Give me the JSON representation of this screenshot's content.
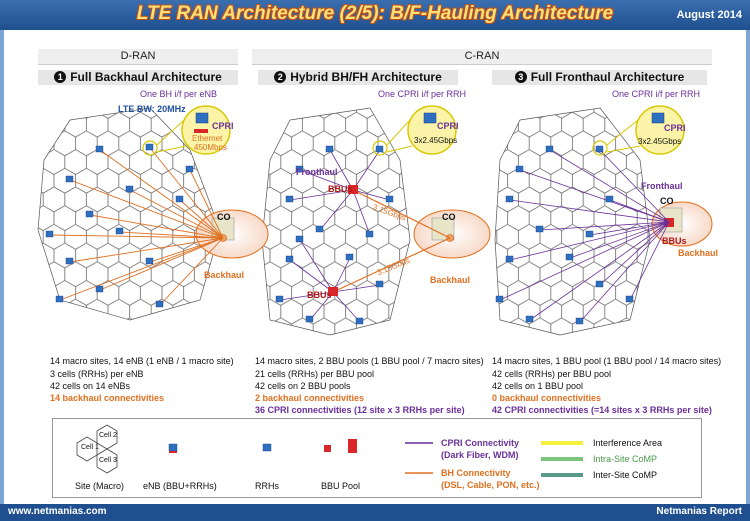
{
  "header": {
    "title": "LTE RAN Architecture (2/5):  B/F-Hauling Architecture",
    "date": "August 2014"
  },
  "footer": {
    "left": "www.netmanias.com",
    "right": "Netmanias Report"
  },
  "sections": {
    "dran": "D-RAN",
    "cran": "C-RAN"
  },
  "panels": [
    {
      "num": "1",
      "title": "Full Backhaul Architecture",
      "top_label": "One BH i/f per eNB",
      "bw_label": "LTE BW: 20MHz",
      "zoom_top": "CPRI",
      "zoom_bottom": "Ethernet",
      "zoom_rate": "450Mbps",
      "co": "CO",
      "haul": "Backhaul",
      "stats": [
        "14 macro sites, 14 eNB (1 eNB / 1 macro site)",
        "3 cells (RRHs) per eNB",
        "42 cells on 14 eNBs",
        "14 backhaul connectivities"
      ]
    },
    {
      "num": "2",
      "title": "Hybrid BH/FH Architecture",
      "top_label": "One CPRI i/f per RRH",
      "zoom_top": "CPRI",
      "zoom_rate": "3x2.45Gbps",
      "fronthaul": "Fronthaul",
      "bbus_a": "BBUs",
      "bbus_b": "BBUs",
      "rate_a": "3.15Gbps",
      "rate_b": "3.15Gbps",
      "co": "CO",
      "haul": "Backhaul",
      "stats": [
        "14 macro sites, 2 BBU pools (1 BBU pool / 7 macro sites)",
        "21 cells (RRHs) per BBU pool",
        "42 cells on 2 BBU pools",
        "2 backhaul connectivities",
        "36 CPRI connectivities (12 site x 3 RRHs per site)"
      ]
    },
    {
      "num": "3",
      "title": "Full Fronthaul Architecture",
      "top_label": "One CPRI i/f per RRH",
      "zoom_top": "CPRI",
      "zoom_rate": "3x2.45Gbps",
      "fronthaul": "Fronthaul",
      "co": "CO",
      "bbus": "BBUs",
      "haul": "Backhaul",
      "stats": [
        "14 macro sites, 1 BBU pool (1 BBU pool / 14 macro sites)",
        "42 cells (RRHs) per BBU pool",
        "42 cells on 1 BBU pool",
        "0 backhaul connectivities",
        "42 CPRI connectivities (=14 sites x 3 RRHs per site)"
      ]
    }
  ],
  "legend": {
    "cell1": "Cell 1",
    "cell2": "Cell 2",
    "cell3": "Cell 3",
    "site": "Site (Macro)",
    "enb": "eNB (BBU+RRHs)",
    "rrhs": "RRHs",
    "bbu_pool": "BBU Pool",
    "cpri_line1": "CPRI Connectivity",
    "cpri_line2": "(Dark Fiber, WDM)",
    "bh_line1": "BH Connectivity",
    "bh_line2": "(DSL, Cable, PON, etc.)",
    "interference": "Interference Area",
    "intra": "Intra-Site CoMP",
    "inter": "Inter-Site CoMP"
  },
  "colors": {
    "header": "#1f4f8f",
    "title": "#f7e27a",
    "orange": "#e07020",
    "purple": "#6b2f9a",
    "blue": "#1f4fa0",
    "interference": "#f5f03a",
    "intra": "#7cc47c",
    "inter": "#5a9a8a"
  }
}
